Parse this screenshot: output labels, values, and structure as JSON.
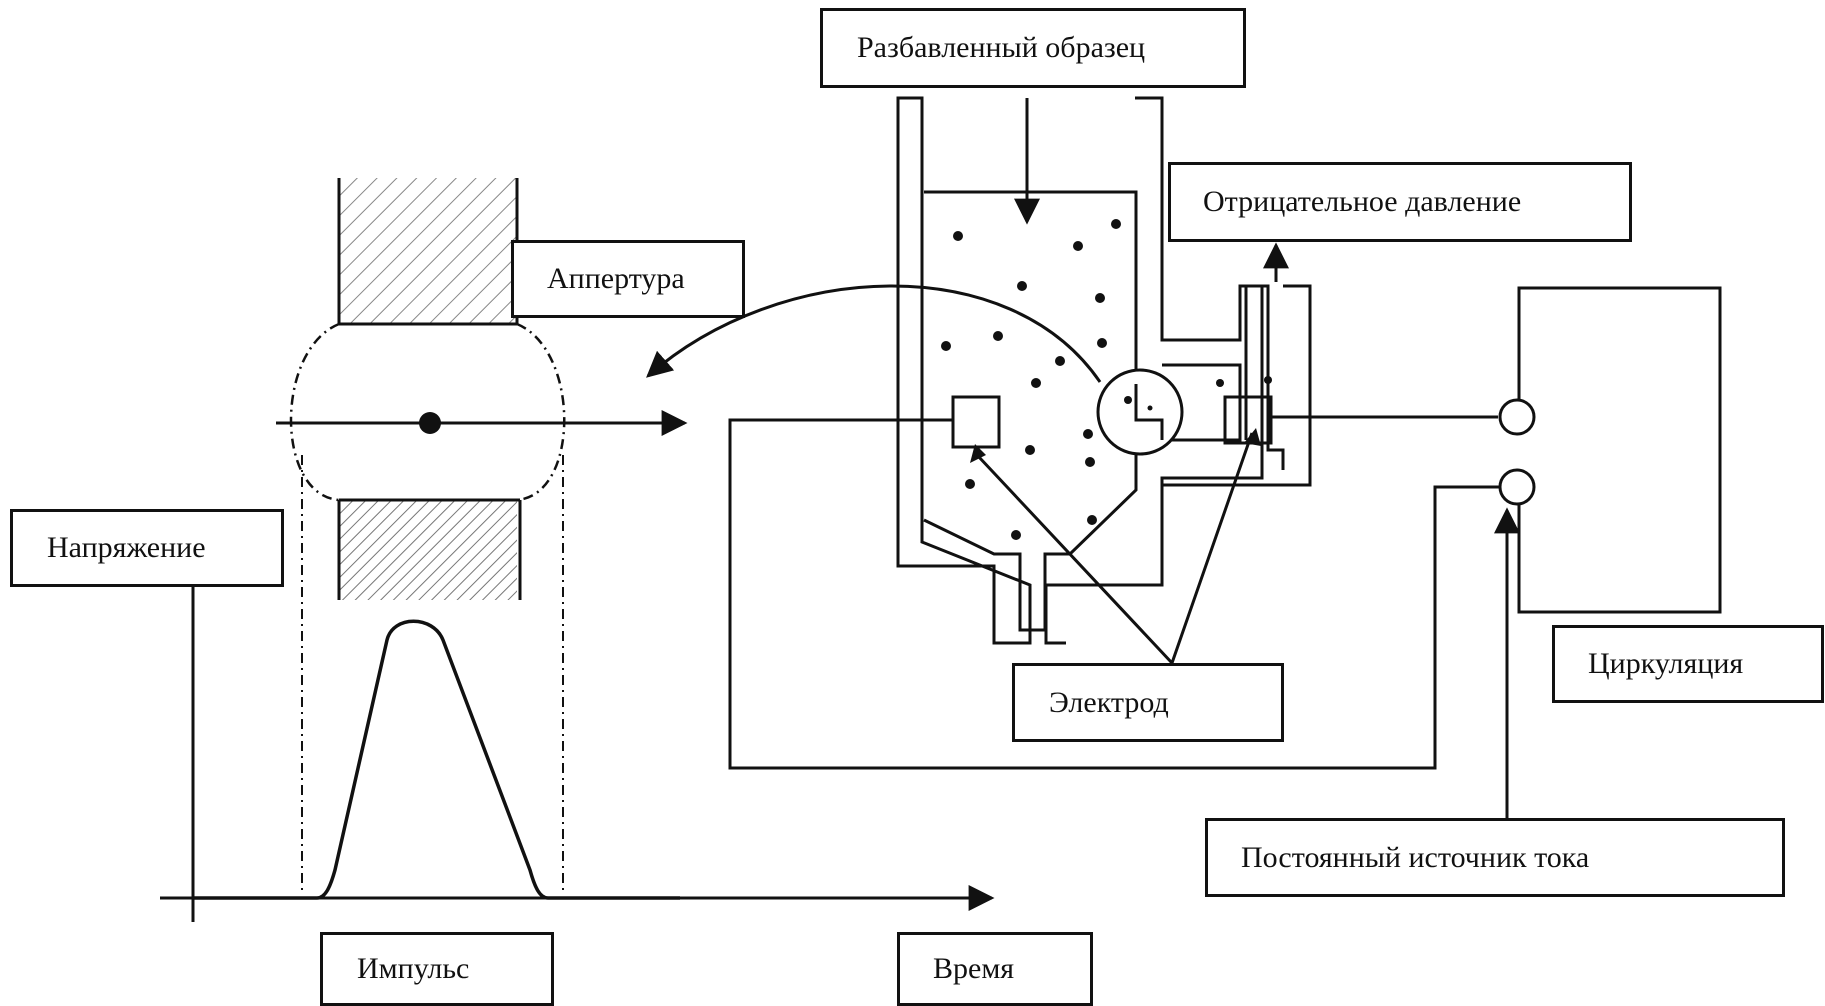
{
  "labels": {
    "diluted_sample": "Разбавленный образец",
    "negative_pressure": "Отрицательное давление",
    "aperture": "Аппертура",
    "voltage": "Напряжение",
    "circulation": "Циркуляция",
    "electrode": "Электрод",
    "constant_current_source": "Постоянный источник тока",
    "pulse": "Импульс",
    "time": "Время"
  },
  "colors": {
    "ink": "#111111",
    "background": "#ffffff"
  }
}
